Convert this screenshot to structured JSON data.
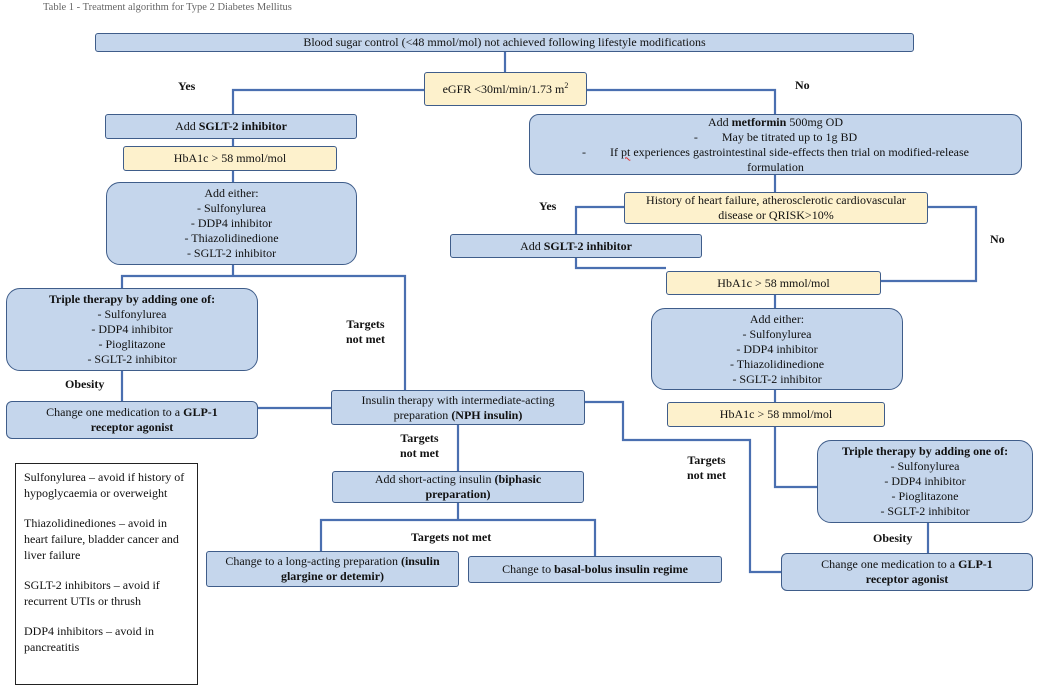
{
  "caption": "Table 1 - Treatment algorithm for Type 2 Diabetes Mellitus",
  "nodes": {
    "start": "Blood sugar control (<48 mmol/mol) not achieved following lifestyle modifications",
    "egfr": {
      "text": "eGFR <30ml/min/1.73 m",
      "sup": "2"
    },
    "left_sglt2": {
      "pre": "Add ",
      "bold": "SGLT-2 inhibitor"
    },
    "left_hba1c_1": "HbA1c > 58 mmol/mol",
    "left_add_either": [
      "Add either:",
      "- Sulfonylurea",
      "- DDP4 inhibitor",
      "- Thiazolidinedione",
      "- SGLT-2 inhibitor"
    ],
    "left_triple": {
      "title": "Triple therapy by adding one of:",
      "items": [
        "- Sulfonylurea",
        "- DDP4 inhibitor",
        "- Pioglitazone",
        "- SGLT-2 inhibitor"
      ]
    },
    "left_glp1": {
      "pre": "Change one medication to a ",
      "bold1": "GLP-1",
      "bold2": "receptor agonist"
    },
    "metformin": {
      "pre": "Add ",
      "bold": "metformin",
      "post": " 500mg OD",
      "bullet1": "May be titrated up to 1g BD",
      "bullet2_pre": "If ",
      "bullet2_sq": "pt",
      "bullet2_post": " experiences gastrointestinal side-effects then trial on modified-release",
      "bullet2_tail": "formulation"
    },
    "history": [
      "History of heart failure, atherosclerotic cardiovascular",
      "disease or QRISK>10%"
    ],
    "right_sglt2": {
      "pre": "Add ",
      "bold": "SGLT-2 inhibitor"
    },
    "right_hba1c_1": "HbA1c > 58 mmol/mol",
    "right_add_either": [
      "Add either:",
      "- Sulfonylurea",
      "- DDP4 inhibitor",
      "- Thiazolidinedione",
      "- SGLT-2 inhibitor"
    ],
    "right_hba1c_2": "HbA1c > 58 mmol/mol",
    "right_triple": {
      "title": "Triple therapy by adding one of:",
      "items": [
        "- Sulfonylurea",
        "- DDP4 inhibitor",
        "- Pioglitazone",
        "- SGLT-2 inhibitor"
      ]
    },
    "right_glp1": {
      "pre": "Change one medication to a ",
      "bold1": "GLP-1",
      "bold2": "receptor agonist"
    },
    "insulin": {
      "line1": "Insulin therapy with intermediate-acting",
      "pre": "preparation ",
      "bold": "(NPH insulin)"
    },
    "short_acting": {
      "pre": "Add short-acting insulin ",
      "bold1": "(biphasic",
      "bold2": "preparation)"
    },
    "long_acting": {
      "pre": "Change to a long-acting preparation ",
      "bold1": "(insulin",
      "bold2": "glargine or detemir)"
    },
    "basal_bolus": {
      "pre": "Change to ",
      "bold": "basal-bolus insulin regime"
    }
  },
  "edge_labels": {
    "yes_left": "Yes",
    "no_right": "No",
    "yes_mid": "Yes",
    "no_mid": "No",
    "targets_not_met_left": [
      "Targets",
      "not met"
    ],
    "targets_not_met_center": [
      "Targets",
      "not met"
    ],
    "targets_not_met_bottom": "Targets not met",
    "targets_not_met_right": [
      "Targets",
      "not met"
    ],
    "obesity_left": "Obesity",
    "obesity_right": "Obesity"
  },
  "legend": [
    "Sulfonylurea – avoid if history of hypoglycaemia or overweight",
    "Thiazolidinediones – avoid in heart failure, bladder cancer and liver failure",
    "SGLT-2 inhibitors – avoid if recurrent UTIs or thrush",
    "DDP4 inhibitors – avoid in pancreatitis"
  ],
  "colors": {
    "box_fill": "#c5d6ec",
    "decision_fill": "#fdf1cc",
    "border": "#3f5d8a",
    "connector": "#4a6fb0"
  }
}
